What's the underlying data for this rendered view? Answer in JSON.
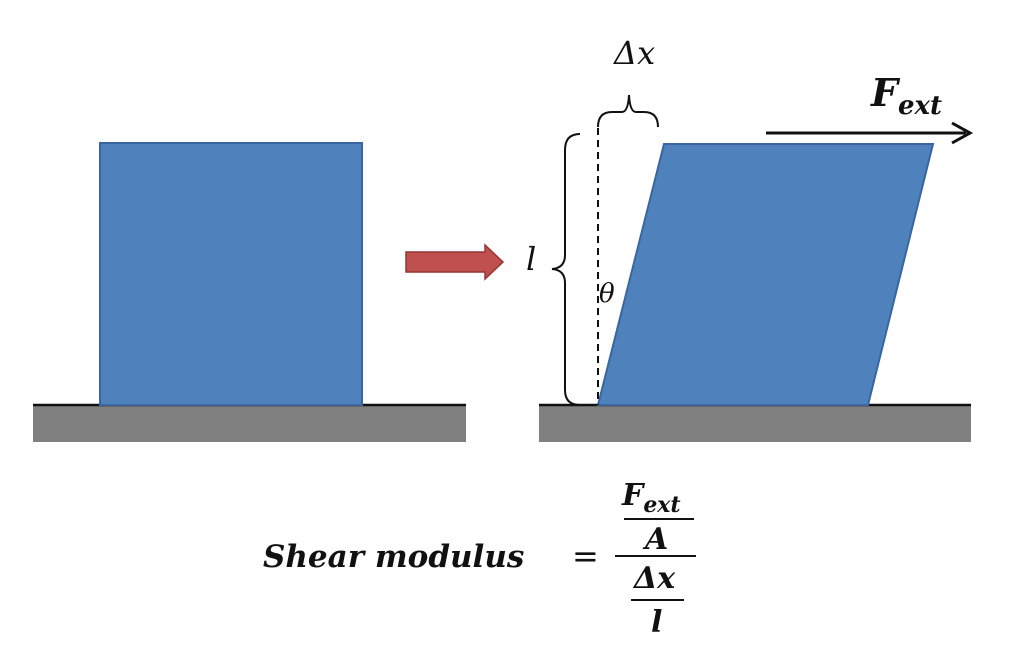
{
  "diagram": {
    "labels": {
      "delta_x": "Δx",
      "length": "l",
      "angle": "θ",
      "force_main": "F",
      "force_sub": "ext"
    },
    "formula": {
      "lhs": "Shear modulus",
      "equals": "=",
      "num_top_main": "F",
      "num_top_sub": "ext",
      "num_bottom": "A",
      "den_top": "Δx",
      "den_bottom": "l"
    },
    "colors": {
      "block_fill": "#4f81bd",
      "block_stroke": "#3a66a0",
      "ground_fill": "#808080",
      "ground_line": "#111111",
      "arrow_fill": "#c0504d",
      "arrow_stroke": "#943634",
      "ink": "#111111"
    }
  }
}
